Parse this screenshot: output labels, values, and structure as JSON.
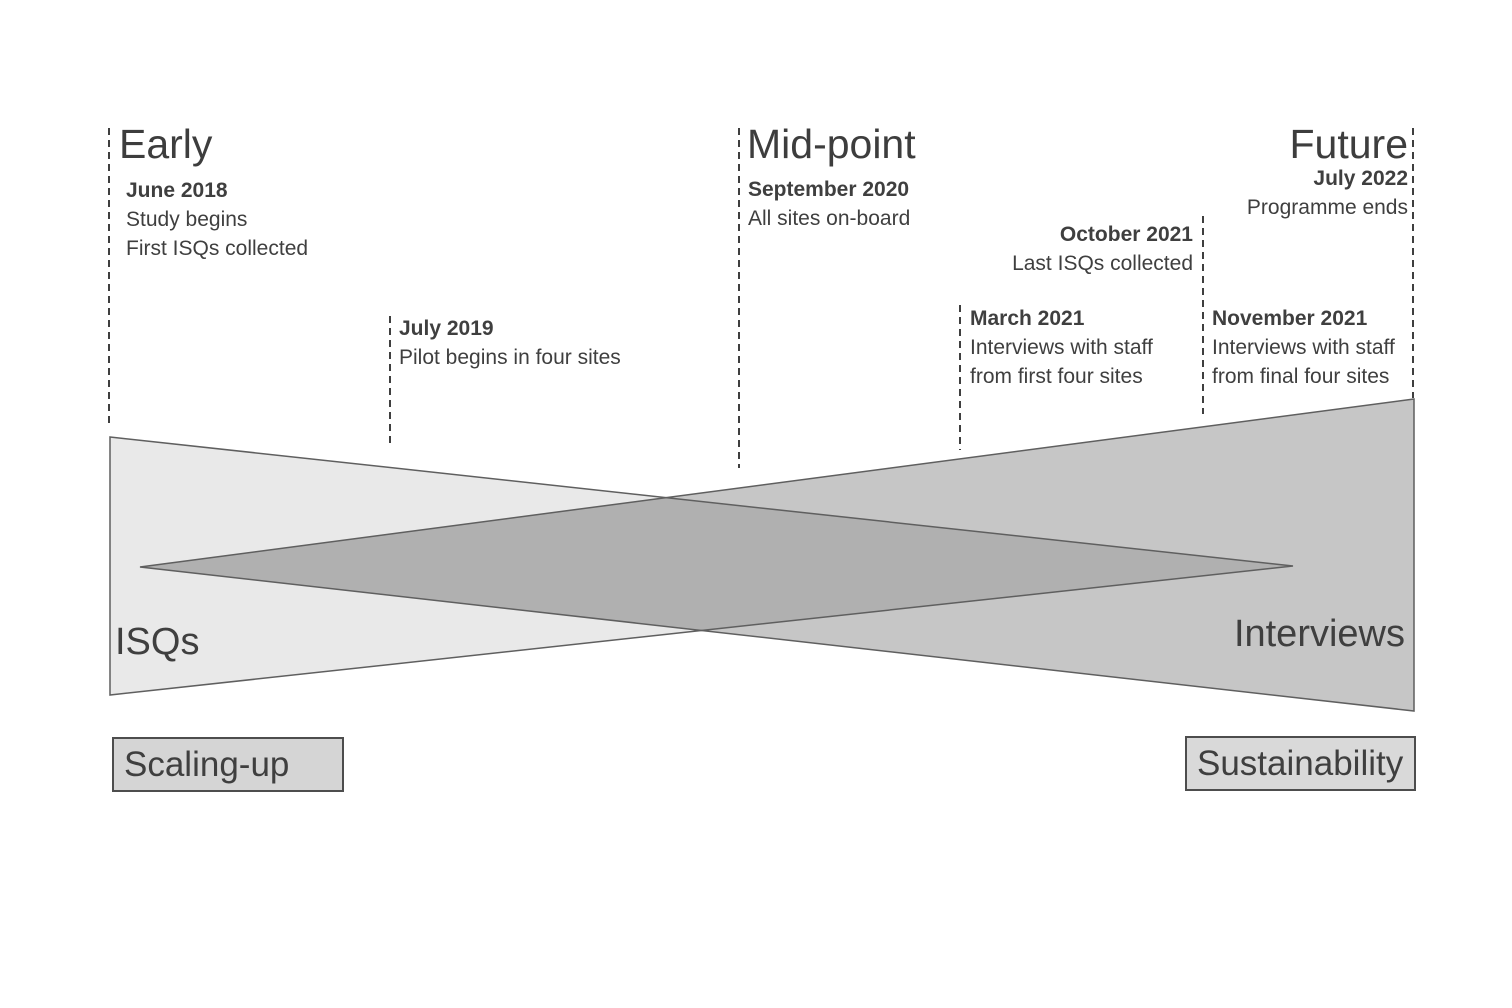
{
  "figure": {
    "phases": [
      {
        "title": "Early"
      },
      {
        "title": "Mid-point"
      },
      {
        "title": "Future"
      }
    ],
    "events": [
      {
        "date": "June 2018",
        "lines": [
          "Study begins",
          "First ISQs collected"
        ]
      },
      {
        "date": "July 2019",
        "lines": [
          "Pilot begins in four sites"
        ]
      },
      {
        "date": "September 2020",
        "lines": [
          "All sites on-board"
        ]
      },
      {
        "date": "October 2021",
        "lines": [
          "Last ISQs collected"
        ]
      },
      {
        "date": "March 2021",
        "lines": [
          "Interviews with staff",
          "from first four sites"
        ]
      },
      {
        "date": "November 2021",
        "lines": [
          "Interviews with staff",
          "from final four sites"
        ]
      },
      {
        "date": "July 2022",
        "lines": [
          "Programme ends"
        ]
      }
    ],
    "wedges": {
      "left_label": "ISQs",
      "right_label": "Interviews"
    },
    "stage_boxes": {
      "left_label": "Scaling-up",
      "right_label": "Sustainability"
    },
    "colors": {
      "text": "#3f3f3f",
      "dashed_line": "#3f3f3f",
      "wedge_stroke": "#5f5f5f",
      "isqs_fill": "#e9e9e9",
      "interviews_fill": "#c6c6c6",
      "overlap_fill": "#b0b0b0",
      "scaling_box_fill": "#d5d5d5",
      "sustainability_box_fill": "#d9d9d9",
      "box_border": "#4d4d4d"
    }
  }
}
